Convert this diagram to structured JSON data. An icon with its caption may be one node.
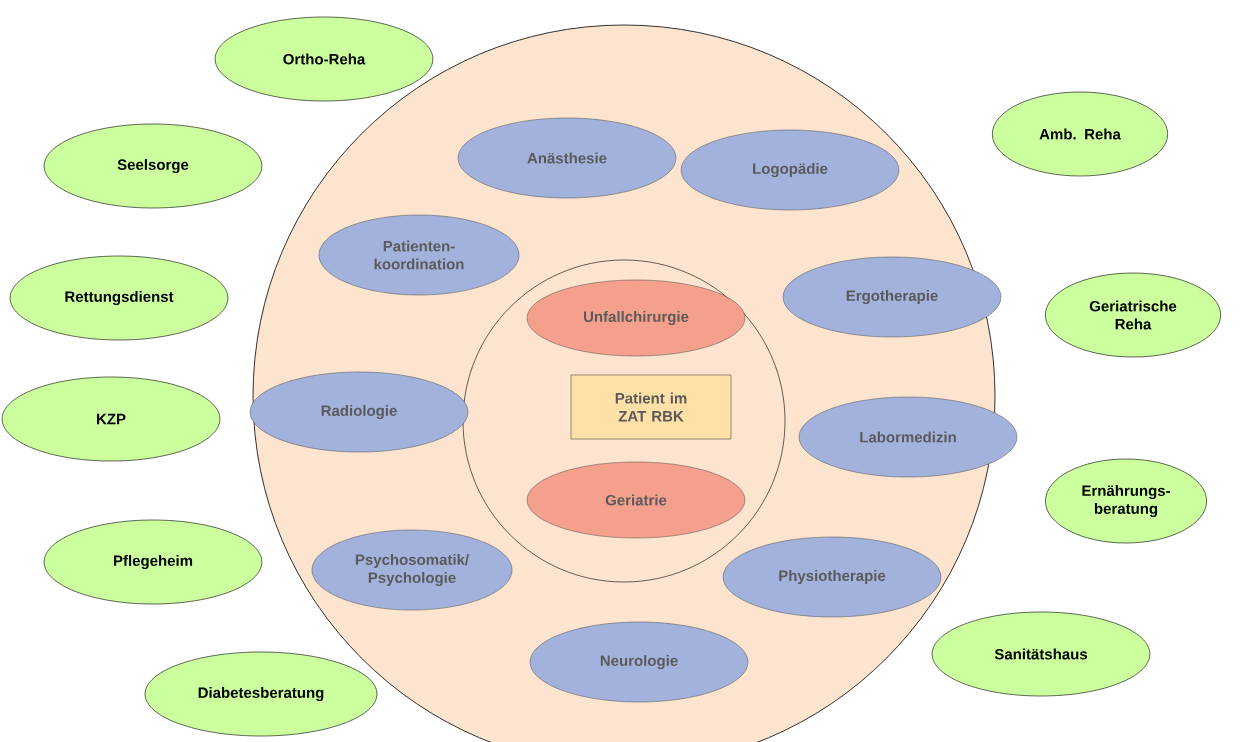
{
  "diagram": {
    "nodes": [
      {
        "text": [],
        "shape": "circle"
      },
      {
        "text": [],
        "shape": "circle",
        "in": 0
      },
      {
        "text": [
          "Unfallchirurgie"
        ],
        "in": 1
      },
      {
        "text": [
          "Patient im ZAT RBK"
        ],
        "in": 1
      },
      {
        "text": [
          "Geriatrie"
        ],
        "in": 1
      },
      {
        "text": [
          "Anästhesie"
        ],
        "in": 0
      },
      {
        "text": [
          "Logopädie"
        ],
        "in": 0
      },
      {
        "text": [
          "Patienten-koordination"
        ],
        "in": 0
      },
      {
        "text": [
          "Ergotherapie"
        ],
        "in": 0
      },
      {
        "text": [
          "Radiologie"
        ],
        "in": 0
      },
      {
        "text": [
          "Labormedizin"
        ],
        "in": 0
      },
      {
        "text": [
          "Psychosomatik/ Psychologie"
        ],
        "in": 0
      },
      {
        "text": [
          "Physiotherapie"
        ],
        "in": 0
      },
      {
        "text": [
          "Neurologie"
        ],
        "in": 0
      },
      {
        "text": [
          "Ortho-Reha"
        ]
      },
      {
        "text": [
          "Amb. Reha"
        ]
      },
      {
        "text": [
          "Seelsorge"
        ]
      },
      {
        "text": [
          "Rettungsdienst"
        ]
      },
      {
        "text": [
          "Geriatrische Reha"
        ]
      },
      {
        "text": [
          "KZP"
        ]
      },
      {
        "text": [
          "Ernährungs-beratung"
        ]
      },
      {
        "text": [
          "Pflegeheim"
        ]
      },
      {
        "text": [
          "Sanitätshaus"
        ]
      },
      {
        "text": [
          "Diabetesberatung"
        ]
      }
    ]
  }
}
